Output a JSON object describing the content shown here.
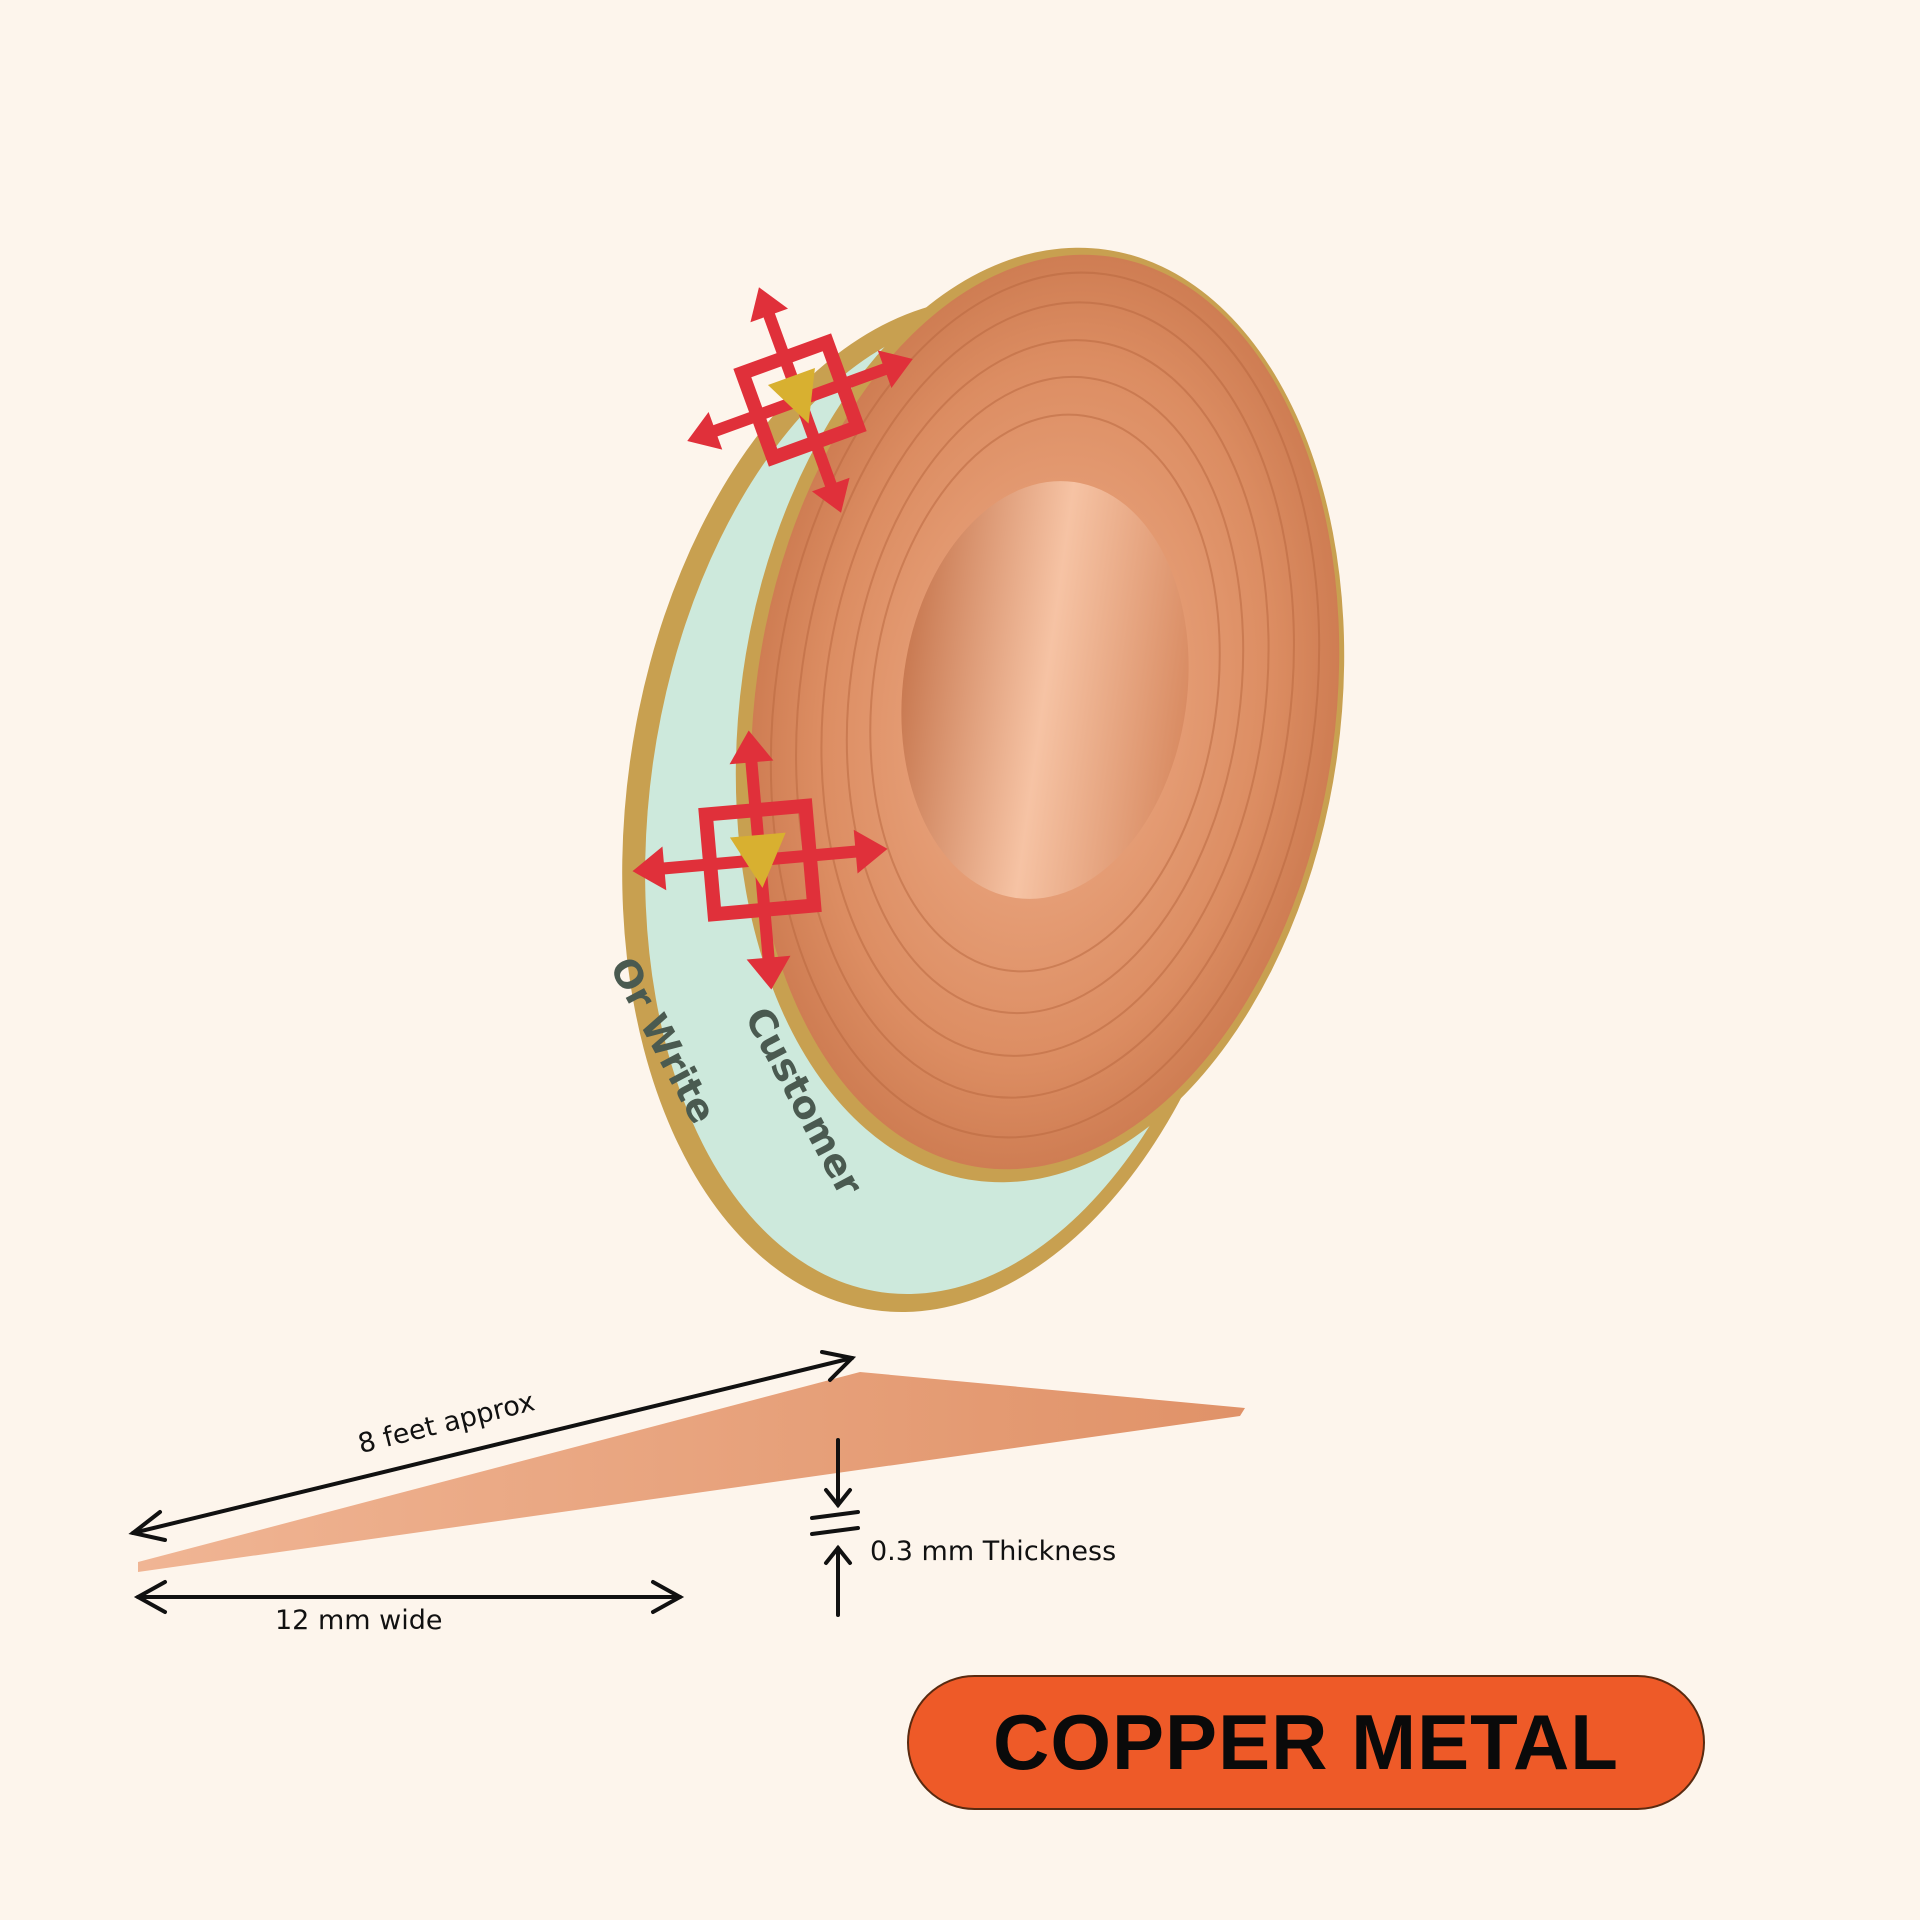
{
  "annotations": {
    "length": "8 feet approx",
    "width": "12 mm wide",
    "thickness": "0.3 mm Thickness"
  },
  "label_text": {
    "line1": "Customer",
    "line2": "Or Write"
  },
  "badge": {
    "text": "COPPER METAL"
  },
  "colors": {
    "background": "#fdf5ec",
    "copper": "#e39a72",
    "label": "#cde9dc",
    "label_border": "#c8a050",
    "logo_red": "#e0303a",
    "badge": "#ee5a28"
  }
}
